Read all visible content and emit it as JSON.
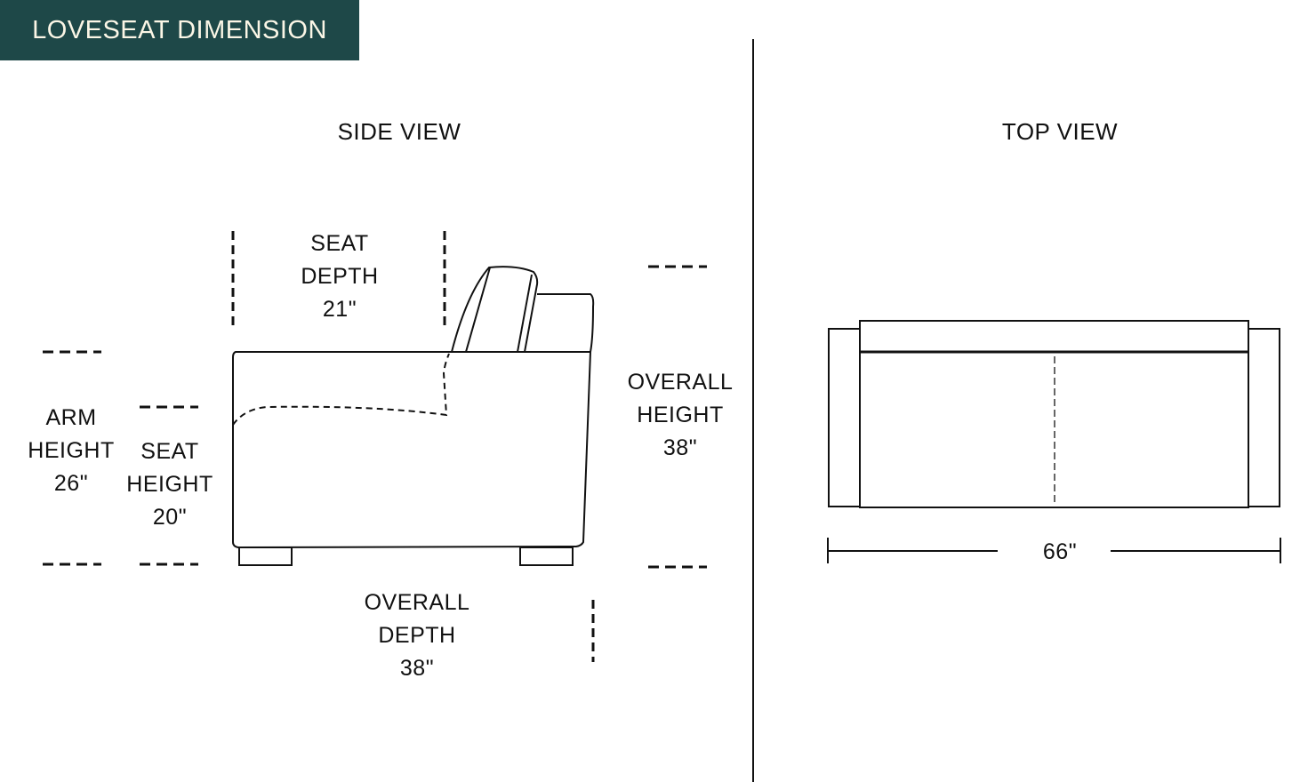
{
  "header": {
    "title": "LOVESEAT DIMENSION",
    "background": "#1e4848",
    "text_color": "#fbf6e6"
  },
  "side_view": {
    "title": "SIDE VIEW",
    "dimensions": {
      "seat_depth": {
        "line1": "SEAT",
        "line2": "DEPTH",
        "value": "21\""
      },
      "arm_height": {
        "line1": "ARM",
        "line2": "HEIGHT",
        "value": "26\""
      },
      "seat_height": {
        "line1": "SEAT",
        "line2": "HEIGHT",
        "value": "20\""
      },
      "overall_height": {
        "line1": "OVERALL",
        "line2": "HEIGHT",
        "value": "38\""
      },
      "overall_depth": {
        "line1": "OVERALL",
        "line2": "DEPTH",
        "value": "38\""
      }
    }
  },
  "top_view": {
    "title": "TOP VIEW",
    "width": {
      "value": "66\""
    }
  }
}
